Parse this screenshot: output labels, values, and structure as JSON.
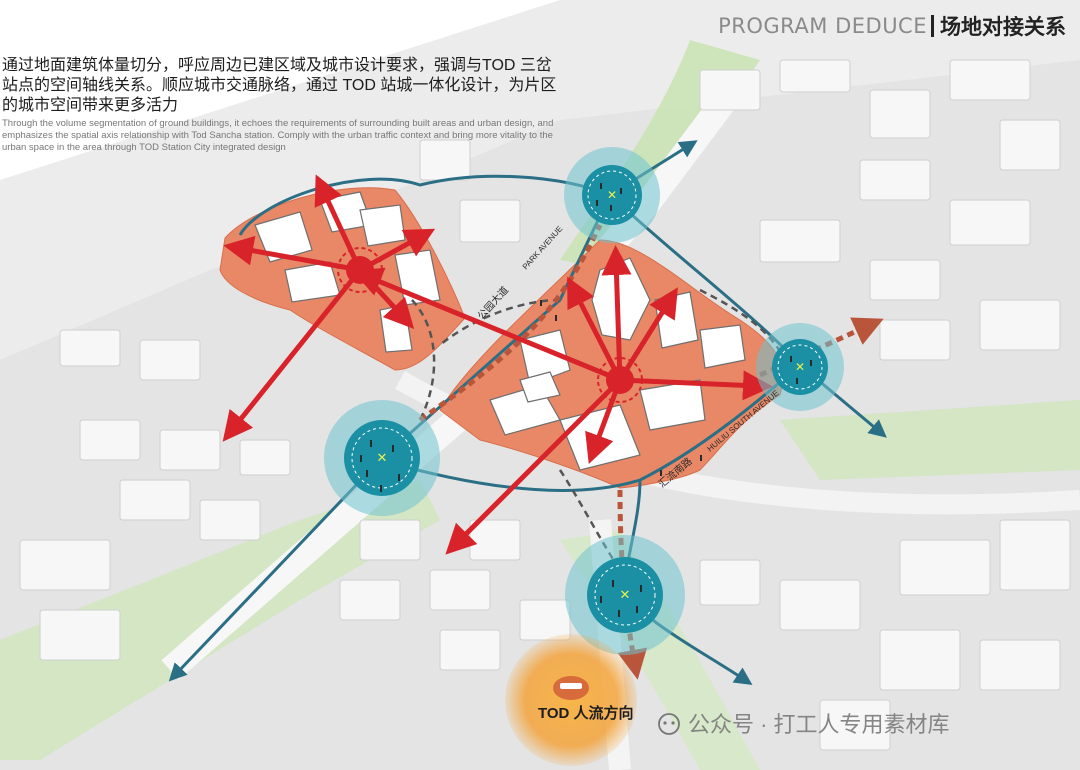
{
  "header": {
    "title_en": "PROGRAM DEDUCE",
    "title_cn": "场地对接关系"
  },
  "intro": {
    "cn": "通过地面建筑体量切分，呼应周边已建区域及城市设计要求，强调与TOD 三岔站点的空间轴线关系。顺应城市交通脉络，通过 TOD 站城一体化设计，为片区的城市空间带来更多活力",
    "en": "Through the volume segmentation of ground buildings, it echoes the requirements of surrounding built areas and urban design, and emphasizes the spatial axis relationship with Tod Sancha station. Comply with the urban traffic context and bring more vitality to the urban space in the area through TOD Station City integrated design"
  },
  "roads": {
    "park_avenue_cn": "公园大道",
    "park_avenue_en": "PARK AVENUE",
    "huiliu_cn": "汇流南路",
    "huiliu_en": "HUILIU SOUTH AVENUE"
  },
  "legend": {
    "tod_flow": "TOD 人流方向"
  },
  "watermark": "公众号 · 打工人专用素材库",
  "colors": {
    "site_fill": "#e98866",
    "axis_red": "#d8232a",
    "node_teal": "#1b8fa3",
    "node_halo": "#6fc3d0",
    "road_line": "#2b6f86",
    "tod_orange": "#f2a43a",
    "green_belt": "#c9e4b4"
  }
}
